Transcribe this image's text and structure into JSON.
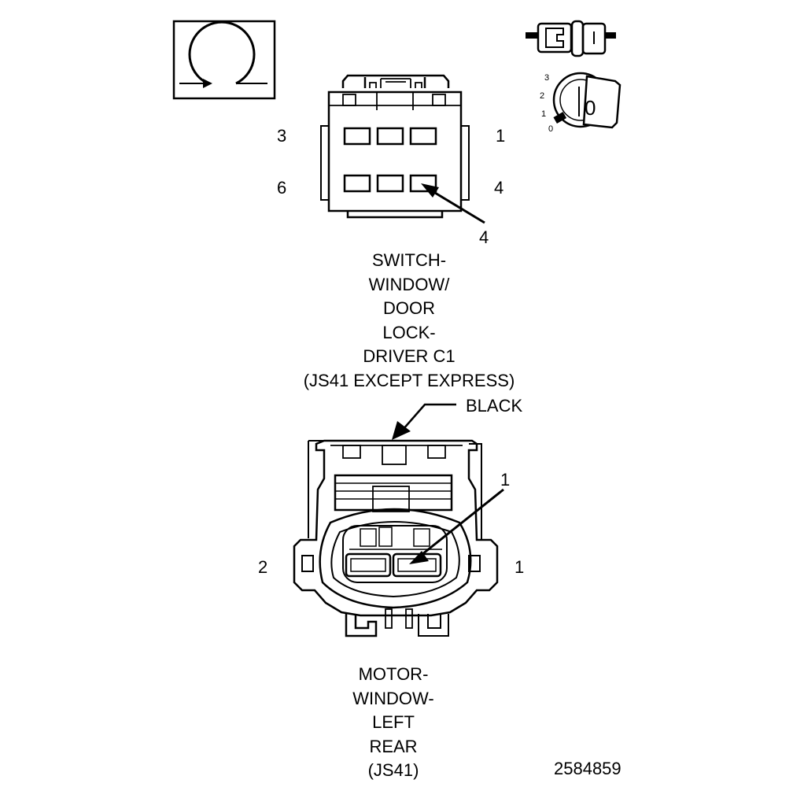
{
  "switch_connector": {
    "pin_labels": {
      "top_left": "3",
      "top_right": "1",
      "bottom_left": "6",
      "bottom_right": "4",
      "callout": "4"
    },
    "caption_lines": [
      "SWITCH-",
      "WINDOW/",
      "DOOR",
      "LOCK-",
      "DRIVER C1",
      "(JS41 EXCEPT EXPRESS)"
    ]
  },
  "motor_connector": {
    "color_label": "BLACK",
    "pin_labels": {
      "left": "2",
      "right": "1",
      "callout": "1"
    },
    "caption_lines": [
      "MOTOR-",
      "WINDOW-",
      "LEFT",
      "REAR",
      "(JS41)"
    ]
  },
  "ignition_icon": {
    "positions": [
      "3",
      "2",
      "1",
      "0"
    ],
    "key_label": "0"
  },
  "reference_number": "2584859",
  "icons": [
    "circular-arrow-icon",
    "connector-plug-icon",
    "ignition-key-icon"
  ]
}
